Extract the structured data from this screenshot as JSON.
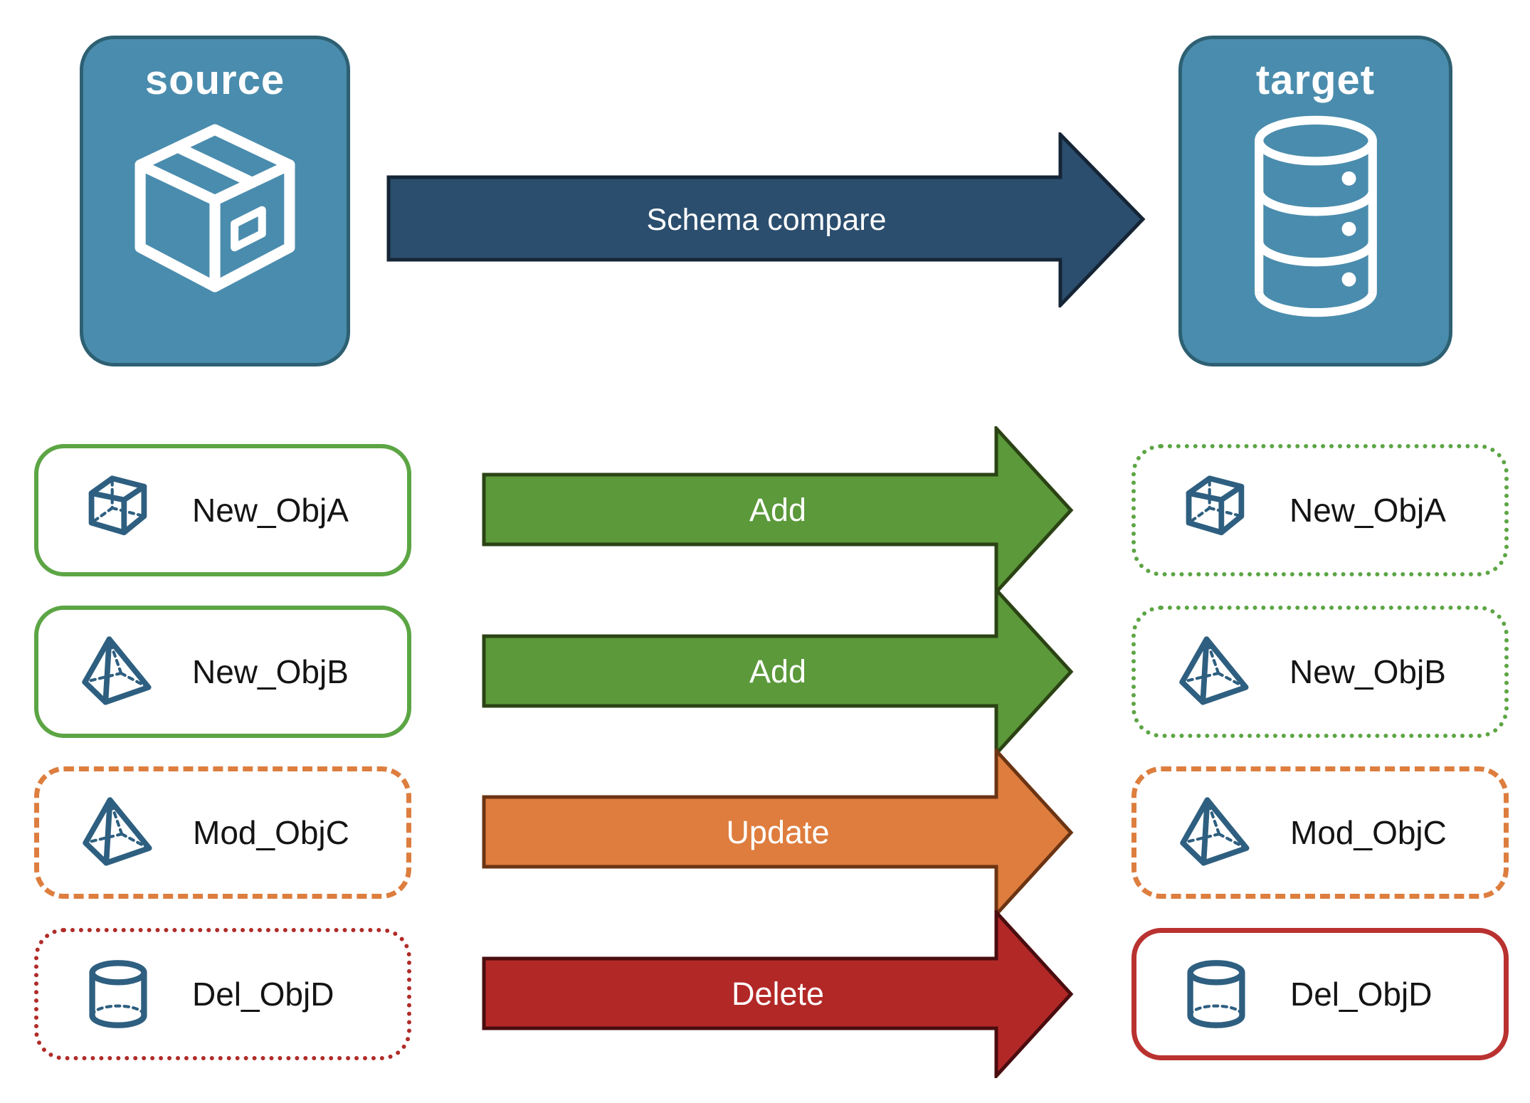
{
  "source": {
    "label": "source"
  },
  "target": {
    "label": "target"
  },
  "compare_arrow": {
    "label": "Schema compare"
  },
  "rows": [
    {
      "object": "New_ObjA",
      "action": "Add",
      "icon": "cube",
      "source_border": "solid-green",
      "target_border": "dotted-green"
    },
    {
      "object": "New_ObjB",
      "action": "Add",
      "icon": "pyramid",
      "source_border": "solid-green",
      "target_border": "dotted-green"
    },
    {
      "object": "Mod_ObjC",
      "action": "Update",
      "icon": "pyramid",
      "source_border": "dashed-orange",
      "target_border": "dashed-orange"
    },
    {
      "object": "Del_ObjD",
      "action": "Delete",
      "icon": "cylinder",
      "source_border": "dotted-red",
      "target_border": "solid-red"
    }
  ],
  "colors": {
    "endpoint_fill": "#4A8CAD",
    "endpoint_border": "#2E6073",
    "compare_fill": "#2B4E6E",
    "add_fill": "#5B993A",
    "update_fill": "#DE7D3E",
    "delete_fill": "#B22827",
    "green_outline": "#5CA544",
    "orange_outline": "#DD7E3F",
    "red_outline": "#B02B28",
    "object_icon_stroke": "#2E5F80"
  }
}
